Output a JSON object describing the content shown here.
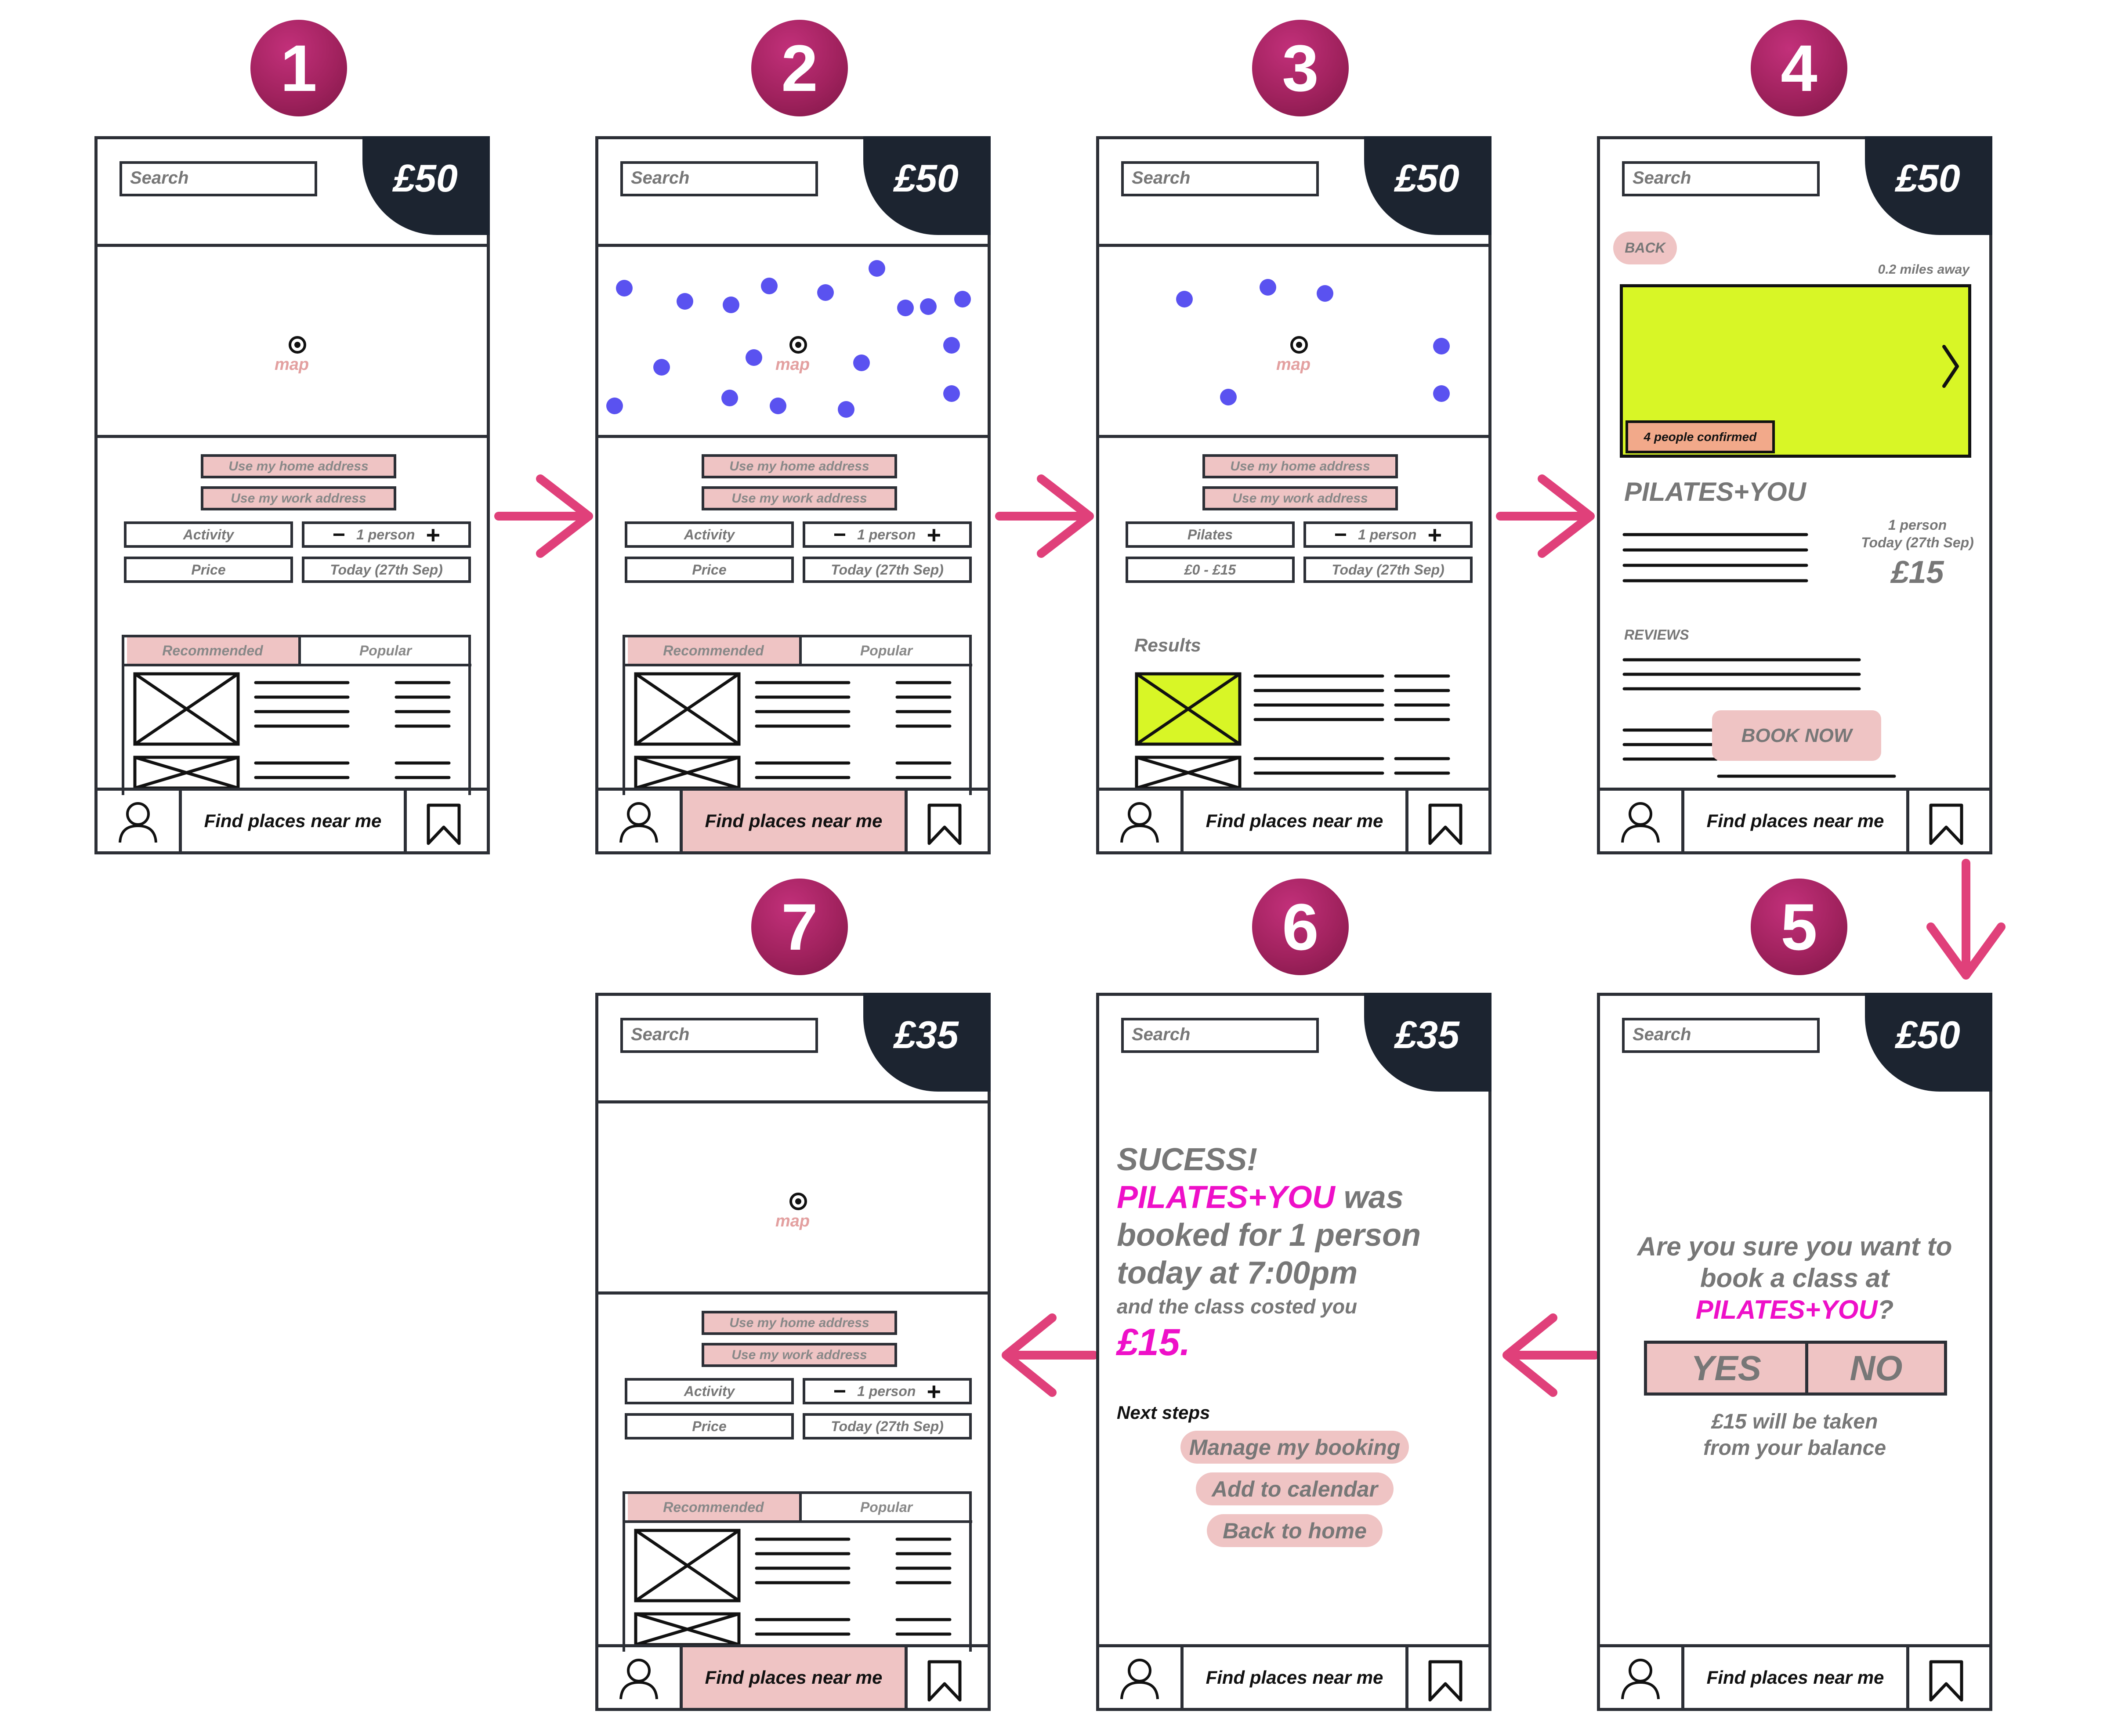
{
  "steps": [
    "1",
    "2",
    "3",
    "4",
    "5",
    "6",
    "7"
  ],
  "search_placeholder": "Search",
  "balances": {
    "s1": "£50",
    "s2": "£50",
    "s3": "£50",
    "s4": "£50",
    "s5": "£50",
    "s6": "£35",
    "s7": "£35"
  },
  "map_label": "map",
  "home_address": "Use my home address",
  "work_address": "Use my work address",
  "activity": "Activity",
  "price": "Price",
  "person": "1 person",
  "date": "Today (27th Sep)",
  "step3_activity": "Pilates",
  "step3_price": "£0 - £15",
  "recommended": "Recommended",
  "popular": "Popular",
  "results": "Results",
  "nav_label": "Find places near me",
  "step4": {
    "back": "BACK",
    "distance": "0.2 miles away",
    "confirmed": "4 people confirmed",
    "title": "PILATES+YOU",
    "person": "1 person",
    "date": "Today (27th Sep)",
    "price": "£15",
    "reviews": "REVIEWS",
    "book": "BOOK NOW"
  },
  "step5": {
    "line1": "Are you sure you want to",
    "line2": "book a class at",
    "studio": "PILATES+YOU",
    "qmark": "?",
    "yes": "YES",
    "no": "NO",
    "note1": "£15 will be taken",
    "note2": "from your balance"
  },
  "step6": {
    "success": "SUCESS!",
    "studio": "PILATES+YOU",
    "was": " was",
    "booked": "booked for 1 person",
    "today": "today at 7:00pm",
    "costed": "and the class costed you",
    "price": "£15",
    "period": ".",
    "next": "Next steps",
    "manage": "Manage my booking",
    "calendar": "Add to calendar",
    "home": "Back to home"
  },
  "colors": {
    "accent_pink": "#e0407a",
    "magenta": "#ee10c8",
    "lime": "#d8f626",
    "dark": "#1c2430",
    "dot": "#5a52f0",
    "highlight": "#efc4c4"
  }
}
